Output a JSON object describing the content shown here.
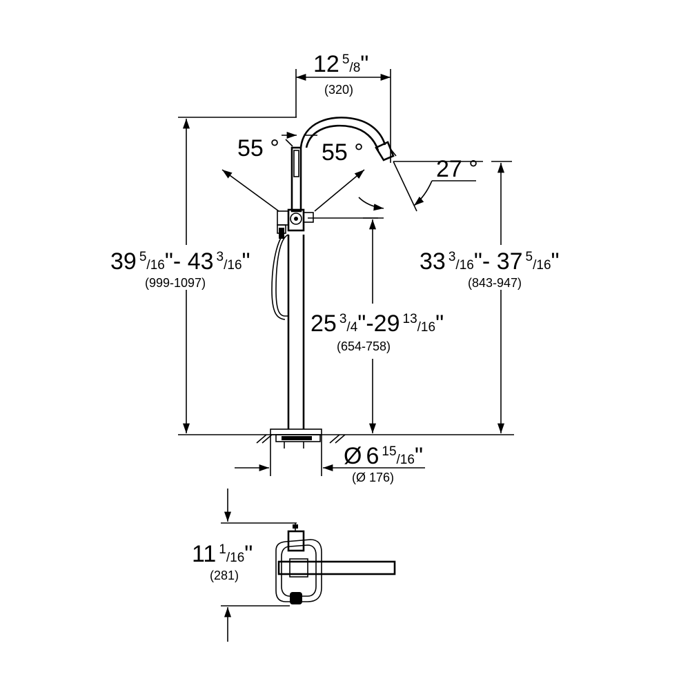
{
  "dimensions": {
    "spout_reach": {
      "whole": "12",
      "num": "5",
      "den": "8",
      "unit": "\"",
      "metric": "(320)"
    },
    "lever_angle_left": "55 °",
    "lever_angle_right": "55 °",
    "spout_angle": "27 °",
    "total_height": {
      "min_whole": "39",
      "min_num": "5",
      "min_den": "16",
      "max_whole": "43",
      "max_num": "3",
      "max_den": "16",
      "unit": "\"",
      "metric": "(999-1097)"
    },
    "outlet_height": {
      "min_whole": "33",
      "min_num": "3",
      "min_den": "16",
      "max_whole": "37",
      "max_num": "5",
      "max_den": "16",
      "unit": "\"",
      "metric": "(843-947)"
    },
    "lever_height": {
      "min_whole": "25",
      "min_num": "3",
      "min_den": "4",
      "max_whole": "29",
      "max_num": "13",
      "max_den": "16",
      "unit": "\"",
      "metric": "(654-758)"
    },
    "base_diameter": {
      "symbol": "Ø",
      "whole": "6",
      "num": "15",
      "den": "16",
      "unit": "\"",
      "metric": "(Ø 176)"
    },
    "plan_depth": {
      "whole": "11",
      "num": "1",
      "den": "16",
      "unit": "\"",
      "metric": "(281)"
    }
  }
}
